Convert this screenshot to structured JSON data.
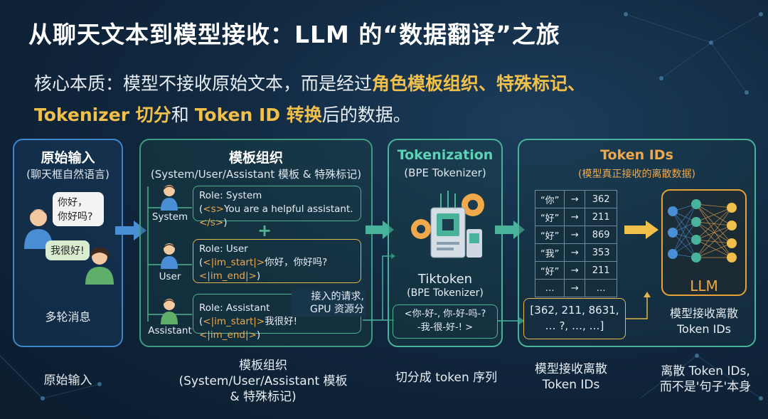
{
  "title": "从聊天文本到模型接收：LLM 的“数据翻译”之旅",
  "subtitle": {
    "part1": "核心本质：模型不接收原始文本，而是经过",
    "highlight1": "角色模板组织、特殊标记、",
    "highlight2": "Tokenizer 切分",
    "part2": "和 ",
    "highlight3": "Token ID 转换",
    "part3": "后的数据。"
  },
  "panel_raw": {
    "header": "原始输入",
    "sub": "(聊天框自然语言)",
    "bubble1_line1": "你好，",
    "bubble1_line2": "你好吗?",
    "bubble2": "我很好!",
    "caption": "多轮消息"
  },
  "panel_template": {
    "header": "模板组织",
    "sub": "(System/User/Assistant 模板 & 特殊标记)",
    "plus": "+",
    "system": {
      "label": "System",
      "line1": "Role: System",
      "tag_open": "<s>",
      "text": "You are a helpful assistant.",
      "tag_close": "</s>"
    },
    "user": {
      "label": "User",
      "line1": "Role: User",
      "tag_open": "<|im_start|>",
      "text": "你好，你好吗?",
      "tag_close": "<|im_end|>"
    },
    "assistant": {
      "label": "Assistant",
      "line1": "Role: Assistant",
      "tag_open": "<|im_start|>",
      "text": "我很好!",
      "tag_close": "<|im_end|>",
      "note_line1": "接入的请求,",
      "note_line2": "GPU 资源分"
    }
  },
  "panel_tokenization": {
    "header": "Tokenization",
    "sub": "(BPE Tokenizer)",
    "name": "Tiktoken",
    "name_sub": "(BPE Tokenizer)",
    "seq_line1": "<你-好-, 你-好-吗-?",
    "seq_line2": "-我-很-好-! >"
  },
  "panel_ids": {
    "header": "Token IDs",
    "sub": "(模型真正接收的离散数据)",
    "rows": [
      {
        "token": "“你”",
        "arrow": "→",
        "id": "362"
      },
      {
        "token": "“好”",
        "arrow": "→",
        "id": "211"
      },
      {
        "token": "“好”",
        "arrow": "→",
        "id": "869"
      },
      {
        "token": "“我”",
        "arrow": "→",
        "id": "353"
      },
      {
        "token": "“好”",
        "arrow": "→",
        "id": "211"
      },
      {
        "token": "…",
        "arrow": "→",
        "id": "…"
      }
    ],
    "list_line1": "[362, 211, 8631,",
    "list_line2": "… ?, …, …]",
    "llm_label": "LLM",
    "caption_line1": "模型接收离散",
    "caption_line2": "Token IDs"
  },
  "bottom": {
    "c1": "原始输入",
    "c2_line1": "模板组织",
    "c2_line2": "(System/User/Assistant 模板",
    "c2_line3": "& 特殊标记)",
    "c3": "切分成 token 序列",
    "c4_line1": "模型接收离散",
    "c4_line2": "Token IDs",
    "c5_line1": "离散 Token IDs,",
    "c5_line2": "而不是'句子'本身"
  },
  "colors": {
    "accent_yellow": "#f0c04a",
    "accent_orange": "#f0a94a",
    "blue": "#3f86c9",
    "green": "#48b39a"
  }
}
